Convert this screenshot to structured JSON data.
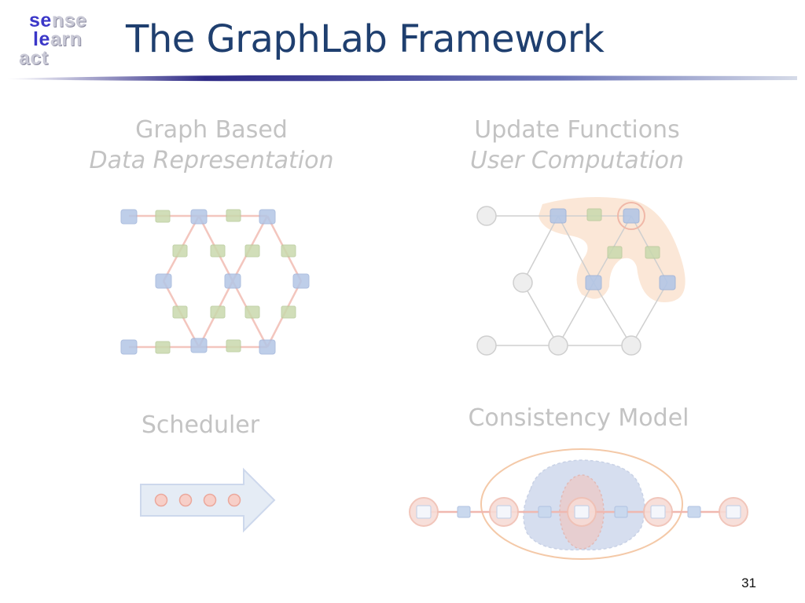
{
  "logo": {
    "line1_highlight": "se",
    "line1_rest": "nse",
    "line2_highlight": "le",
    "line2_rest": "arn",
    "line3_highlight": "act"
  },
  "title": "The GraphLab Framework",
  "quadrants": {
    "graph": {
      "line1": "Graph Based",
      "line2": "Data Representation"
    },
    "update": {
      "line1": "Update Functions",
      "line2": "User Computation"
    },
    "scheduler": {
      "label": "Scheduler"
    },
    "consistency": {
      "label": "Consistency Model"
    }
  },
  "page_number": "31",
  "colors": {
    "title": "#1f3f6f",
    "caption": "#c3c3c3",
    "vertex": "#a9bfe0",
    "edge_data": "#c8d8a8",
    "edge_line": "#f2b8b0"
  }
}
